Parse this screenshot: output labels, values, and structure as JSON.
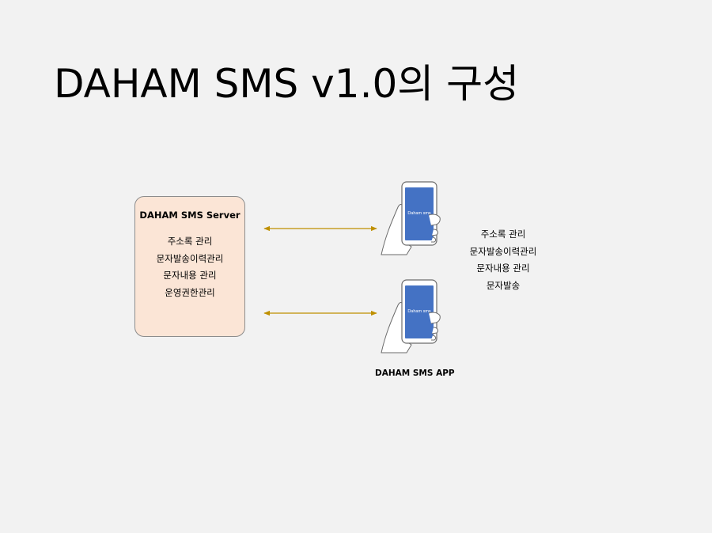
{
  "title": "DAHAM SMS v1.0의 구성",
  "server": {
    "title": "DAHAM SMS Server",
    "items": [
      "주소록 관리",
      "문자발송이력관리",
      "문자내용 관리",
      "운영권한관리"
    ]
  },
  "phones": [
    {
      "screen_text": "Daham sms"
    },
    {
      "screen_text": "Daham sms"
    }
  ],
  "app_label": "DAHAM SMS APP",
  "app_features": [
    "주소록 관리",
    "문자발송이력관리",
    "문자내용 관리",
    "문자발송"
  ],
  "colors": {
    "background": "#f2f2f2",
    "server_fill": "#fbe5d6",
    "arrow": "#bf9000",
    "phone_screen": "#4472c4"
  }
}
